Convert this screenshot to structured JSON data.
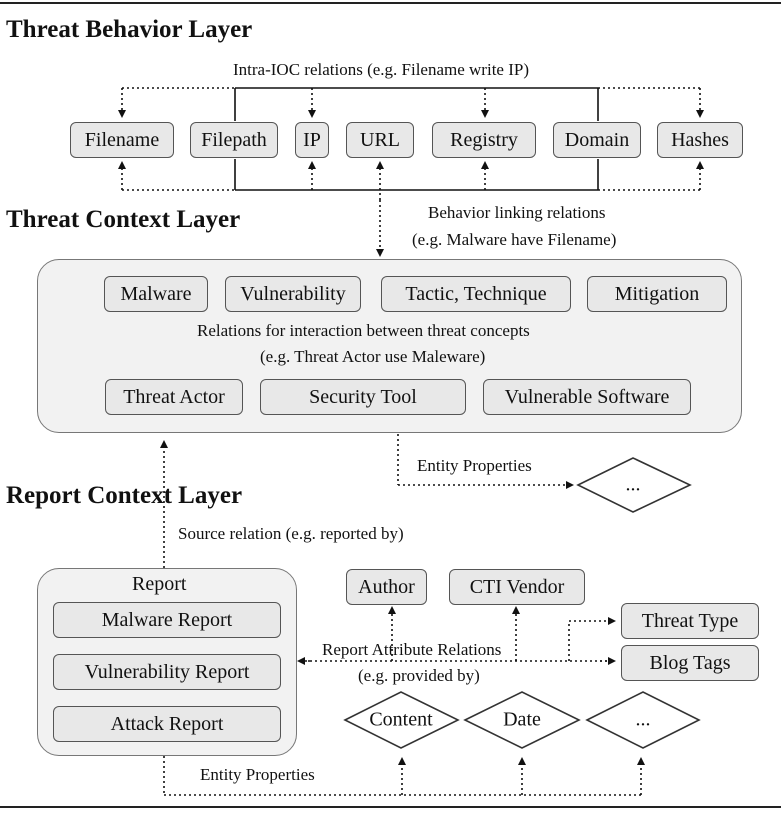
{
  "layers": {
    "behavior": {
      "title": "Threat Behavior Layer",
      "intra_ioc_label": "Intra-IOC relations (e.g. Filename write IP)",
      "iocs": [
        "Filename",
        "Filepath",
        "IP",
        "URL",
        "Registry",
        "Domain",
        "Hashes"
      ]
    },
    "context": {
      "title": "Threat Context Layer",
      "behavior_link_label_1": "Behavior linking relations",
      "behavior_link_label_2": "(e.g. Malware have Filename)",
      "concepts_top": [
        "Malware",
        "Vulnerability",
        "Tactic, Technique",
        "Mitigation"
      ],
      "concepts_bottom": [
        "Threat Actor",
        "Security Tool",
        "Vulnerable Software"
      ],
      "interaction_label_1": "Relations for interaction between threat concepts",
      "interaction_label_2": "(e.g. Threat Actor use Maleware)",
      "entity_properties_label": "Entity Properties",
      "entity_properties_value": "..."
    },
    "report": {
      "title": "Report Context Layer",
      "source_relation_label": "Source relation (e.g. reported by)",
      "report_group_title": "Report",
      "reports": [
        "Malware Report",
        "Vulnerability Report",
        "Attack Report"
      ],
      "attributes_top": [
        "Author",
        "CTI Vendor"
      ],
      "attributes_right": [
        "Threat Type",
        "Blog Tags"
      ],
      "attribute_relations_label_1": "Report Attribute Relations",
      "attribute_relations_label_2": "(e.g. provided by)",
      "entity_properties_label": "Entity Properties",
      "properties": [
        "Content",
        "Date",
        "..."
      ]
    }
  }
}
